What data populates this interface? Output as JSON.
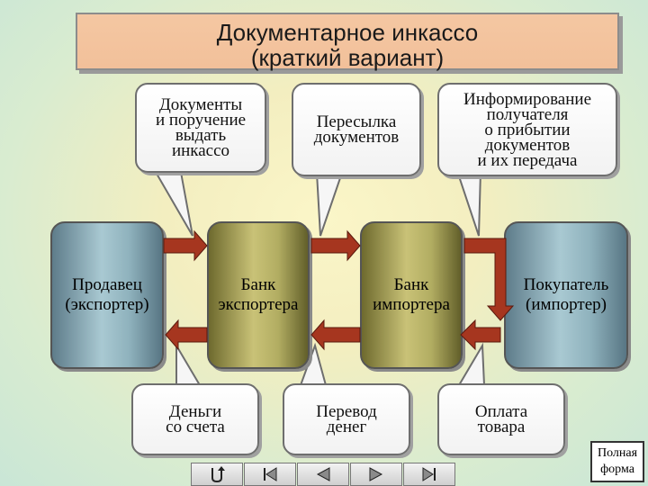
{
  "title": {
    "line1": "Документарное инкассо",
    "line2": "(краткий вариант)"
  },
  "bubbles_top": [
    {
      "lines": [
        "Документы",
        "и поручение",
        "выдать",
        "инкассо"
      ]
    },
    {
      "lines": [
        "Пересылка",
        "документов"
      ]
    },
    {
      "lines": [
        "Информирование",
        "получателя",
        "о прибытии",
        "документов",
        "и их передача"
      ]
    }
  ],
  "nodes": [
    {
      "lines": [
        "Продавец",
        "(экспортер)"
      ]
    },
    {
      "lines": [
        "Банк",
        "экспортера"
      ]
    },
    {
      "lines": [
        "Банк",
        "импортера"
      ]
    },
    {
      "lines": [
        "Покупатель",
        "(импортер)"
      ]
    }
  ],
  "bubbles_bottom": [
    {
      "lines": [
        "Деньги",
        "со счета"
      ]
    },
    {
      "lines": [
        "Перевод",
        "денег"
      ]
    },
    {
      "lines": [
        "Оплата",
        "товара"
      ]
    }
  ],
  "full_form": {
    "line1": "Полная",
    "line2": "форма"
  },
  "colors": {
    "arrow": "#a6361f",
    "seller_buyer": "#9fc2cc",
    "banks": "#bdb76a"
  },
  "nav_icons": [
    "return-icon",
    "first-slide-icon",
    "previous-slide-icon",
    "next-slide-icon",
    "last-slide-icon"
  ]
}
